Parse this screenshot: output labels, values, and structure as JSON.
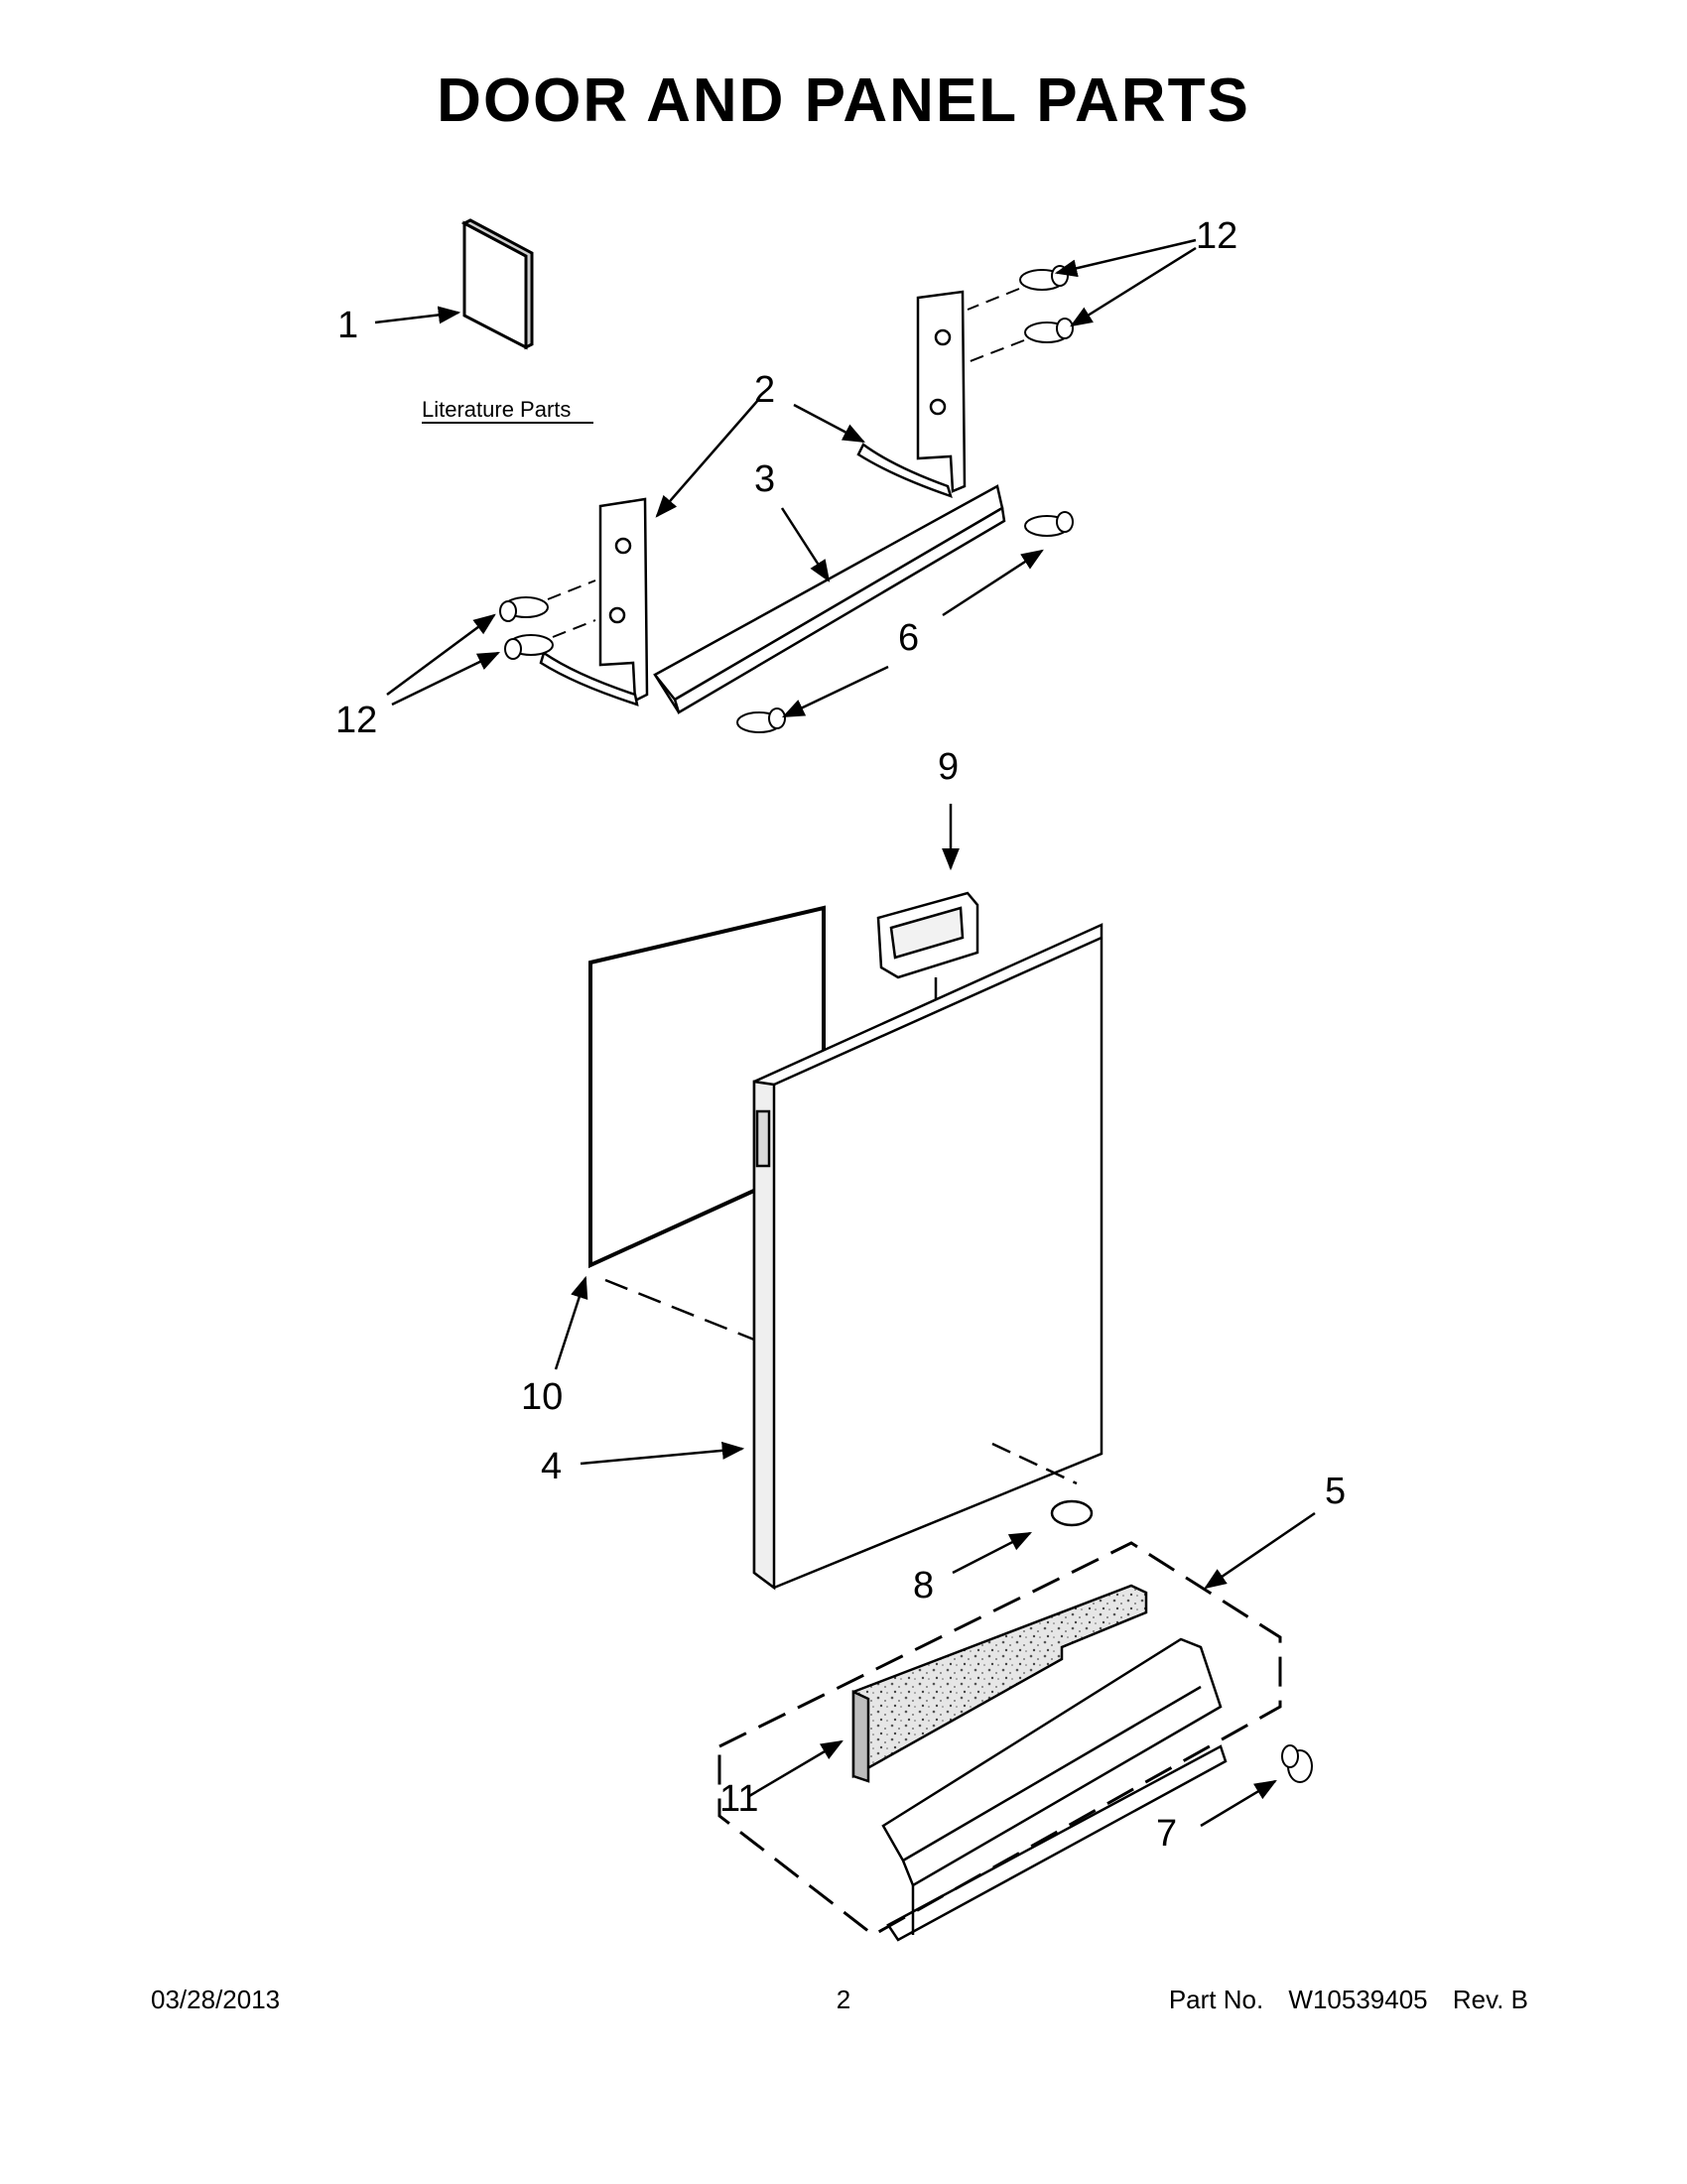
{
  "page": {
    "title": "DOOR AND PANEL PARTS",
    "literature_label": "Literature Parts"
  },
  "callouts": {
    "c1": "1",
    "c2": "2",
    "c3": "3",
    "c4": "4",
    "c5": "5",
    "c6": "6",
    "c7": "7",
    "c8": "8",
    "c9": "9",
    "c10": "10",
    "c11": "11",
    "c12": "12"
  },
  "footer": {
    "date": "03/28/2013",
    "page_number": "2",
    "part_label": "Part No.",
    "part_number": "W10539405",
    "revision": "Rev. B"
  }
}
